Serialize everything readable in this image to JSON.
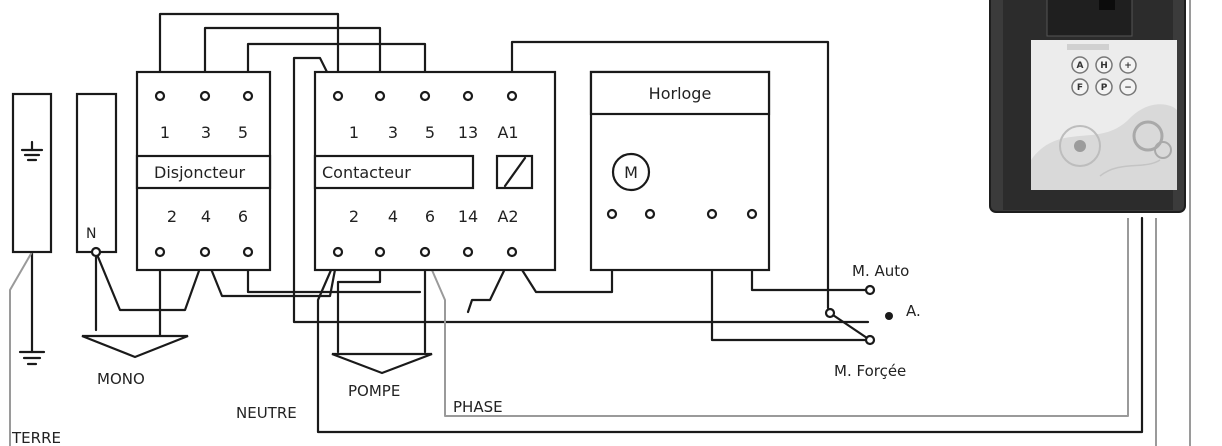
{
  "disjoncteur": {
    "label": "Disjoncteur",
    "top_terminals": [
      "1",
      "3",
      "5"
    ],
    "bottom_terminals": [
      "2",
      "4",
      "6"
    ]
  },
  "contacteur": {
    "label": "Contacteur",
    "top_terminals": [
      "1",
      "3",
      "5",
      "13",
      "A1"
    ],
    "bottom_terminals": [
      "2",
      "4",
      "6",
      "14",
      "A2"
    ]
  },
  "horloge": {
    "label": "Horloge",
    "motor_label": "M"
  },
  "neutral_bar": {
    "label": "N"
  },
  "loads": {
    "mono": "MONO",
    "pompe": "POMPE"
  },
  "switch_positions": {
    "auto": "M. Auto",
    "arret": "A.",
    "forcee": "M. Forçée"
  },
  "cables": {
    "neutre": "NEUTRE",
    "phase": "PHASE",
    "terre": "TERRE"
  },
  "controller": {
    "buttons": [
      {
        "name": "a-button",
        "label": "A"
      },
      {
        "name": "h-button",
        "label": "H"
      },
      {
        "name": "plus-button",
        "label": "+"
      },
      {
        "name": "f-button",
        "label": "F"
      },
      {
        "name": "p-button",
        "label": "P"
      },
      {
        "name": "minus-button",
        "label": "−"
      }
    ]
  }
}
